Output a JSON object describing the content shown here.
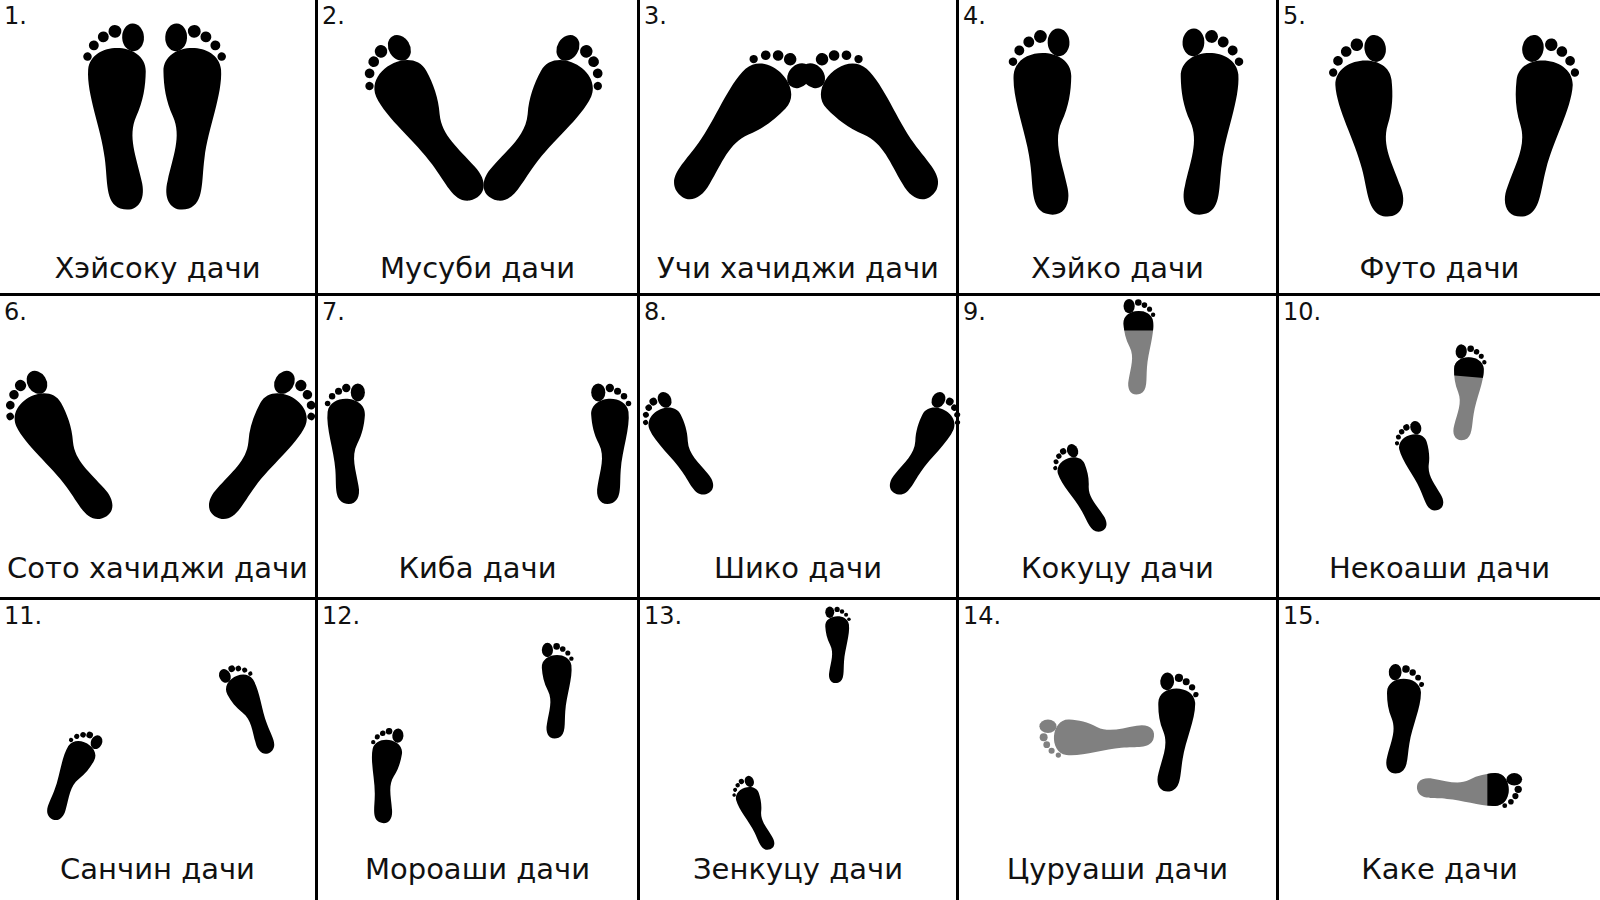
{
  "diagram": {
    "nodes": [
      {
        "text": [
          "1.",
          "Хэйсоку дачи"
        ]
      },
      {
        "text": [
          "2.",
          "Мусуби дачи"
        ]
      },
      {
        "text": [
          "3.",
          "Учи хачиджи дачи"
        ]
      },
      {
        "text": [
          "4.",
          "Хэйко дачи"
        ]
      },
      {
        "text": [
          "5.",
          "Футо дачи"
        ]
      },
      {
        "text": [
          "6.",
          "Сото хачиджи дачи"
        ]
      },
      {
        "text": [
          "7.",
          "Киба дачи"
        ]
      },
      {
        "text": [
          "8.",
          "Шико дачи"
        ]
      },
      {
        "text": [
          "9.",
          "Кокуцу дачи"
        ]
      },
      {
        "text": [
          "10.",
          "Некоаши дачи"
        ]
      },
      {
        "text": [
          "11.",
          "Санчин дачи"
        ]
      },
      {
        "text": [
          "12.",
          "Мороаши дачи"
        ]
      },
      {
        "text": [
          "13.",
          "Зенкуцу дачи"
        ]
      },
      {
        "text": [
          "14.",
          "Цуруаши дачи"
        ]
      },
      {
        "text": [
          "15.",
          "Каке дачи"
        ]
      }
    ]
  }
}
